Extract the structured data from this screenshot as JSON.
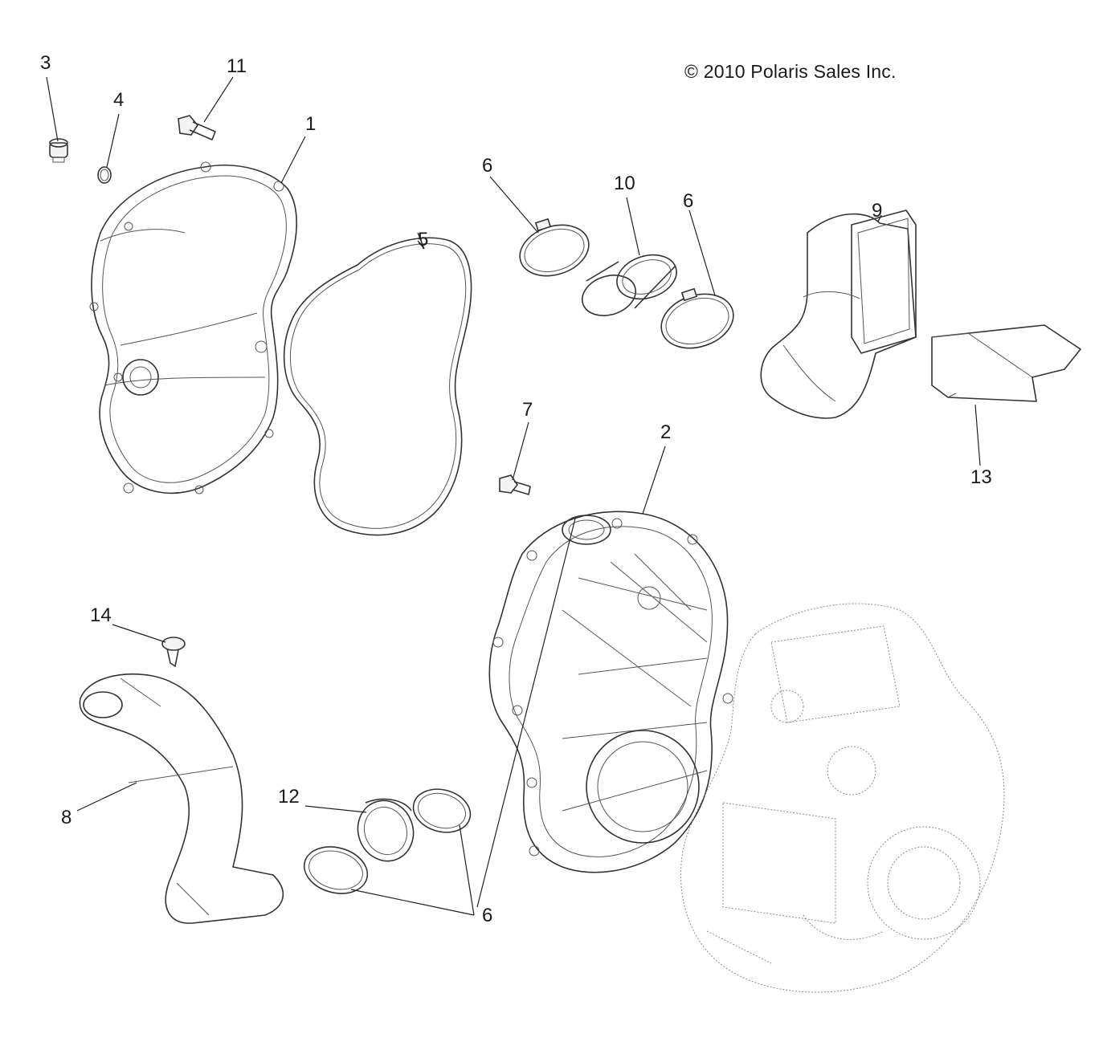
{
  "copyright": "© 2010 Polaris Sales Inc.",
  "callouts": {
    "c1": "1",
    "c2": "2",
    "c3": "3",
    "c4": "4",
    "c5": "5",
    "c6a": "6",
    "c6b": "6",
    "c6c": "6",
    "c7": "7",
    "c8": "8",
    "c9": "9",
    "c10": "10",
    "c11": "11",
    "c12": "12",
    "c13": "13",
    "c14": "14"
  },
  "colors": {
    "line": "#333333",
    "background": "#ffffff"
  }
}
